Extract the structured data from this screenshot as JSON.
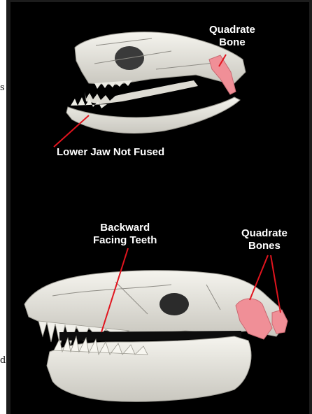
{
  "side_text": {
    "top_glyph": "s",
    "bottom_glyph": "d"
  },
  "skull_top": {
    "quadrate_label_line1": "Quadrate",
    "quadrate_label_line2": "Bone",
    "jaw_label": "Lower Jaw Not Fused"
  },
  "skull_bottom": {
    "teeth_label_line1": "Backward",
    "teeth_label_line2": "Facing Teeth",
    "quadrate_label_line1": "Quadrate",
    "quadrate_label_line2": "Bones"
  },
  "colors": {
    "background": "#000000",
    "bone": "#ecebe4",
    "quadrate_highlight": "#f08f97",
    "leader_line": "#e1141e",
    "label_text": "#ffffff"
  }
}
